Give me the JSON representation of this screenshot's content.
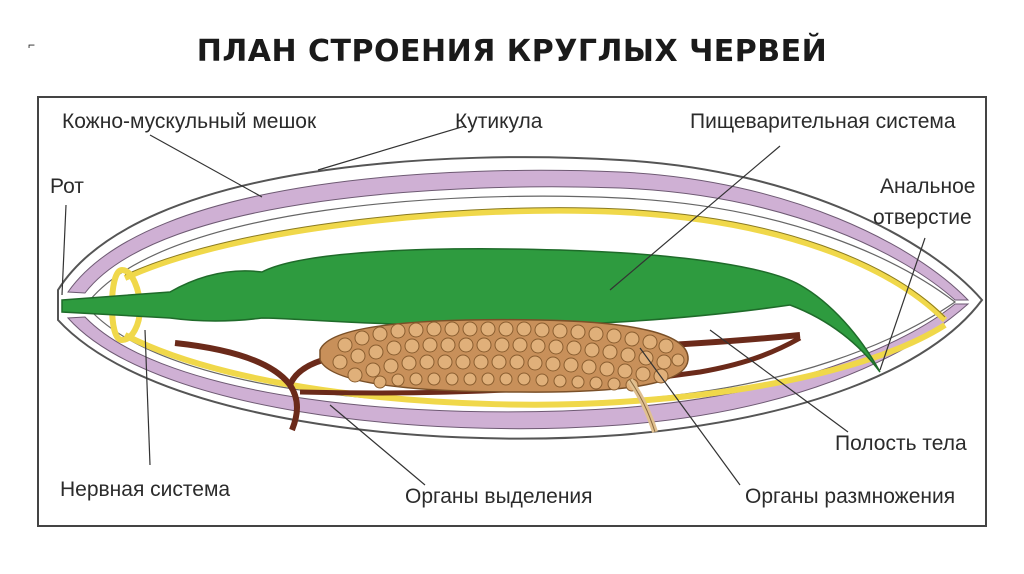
{
  "title": "ПЛАН СТРОЕНИЯ КРУГЛЫХ ЧЕРВЕЙ",
  "labels": {
    "skin_muscle_sac": "Кожно-мускульный мешок",
    "cuticle": "Кутикула",
    "digestive_system": "Пищеварительная система",
    "mouth": "Рот",
    "anal_opening_line1": "Анальное",
    "anal_opening_line2": "отверстие",
    "body_cavity": "Полость тела",
    "nervous_system": "Нервная система",
    "excretory_organs": "Органы выделения",
    "reproductive_organs": "Органы размножения"
  },
  "colors": {
    "cuticle": "#ffffff",
    "muscle_layer": "#cfb0d4",
    "nerve": "#f0d84a",
    "gut": "#2e9b3f",
    "excretory": "#6b2a1a",
    "gonad": "#c8905a",
    "gonad_eggs": "#e0b07a"
  }
}
